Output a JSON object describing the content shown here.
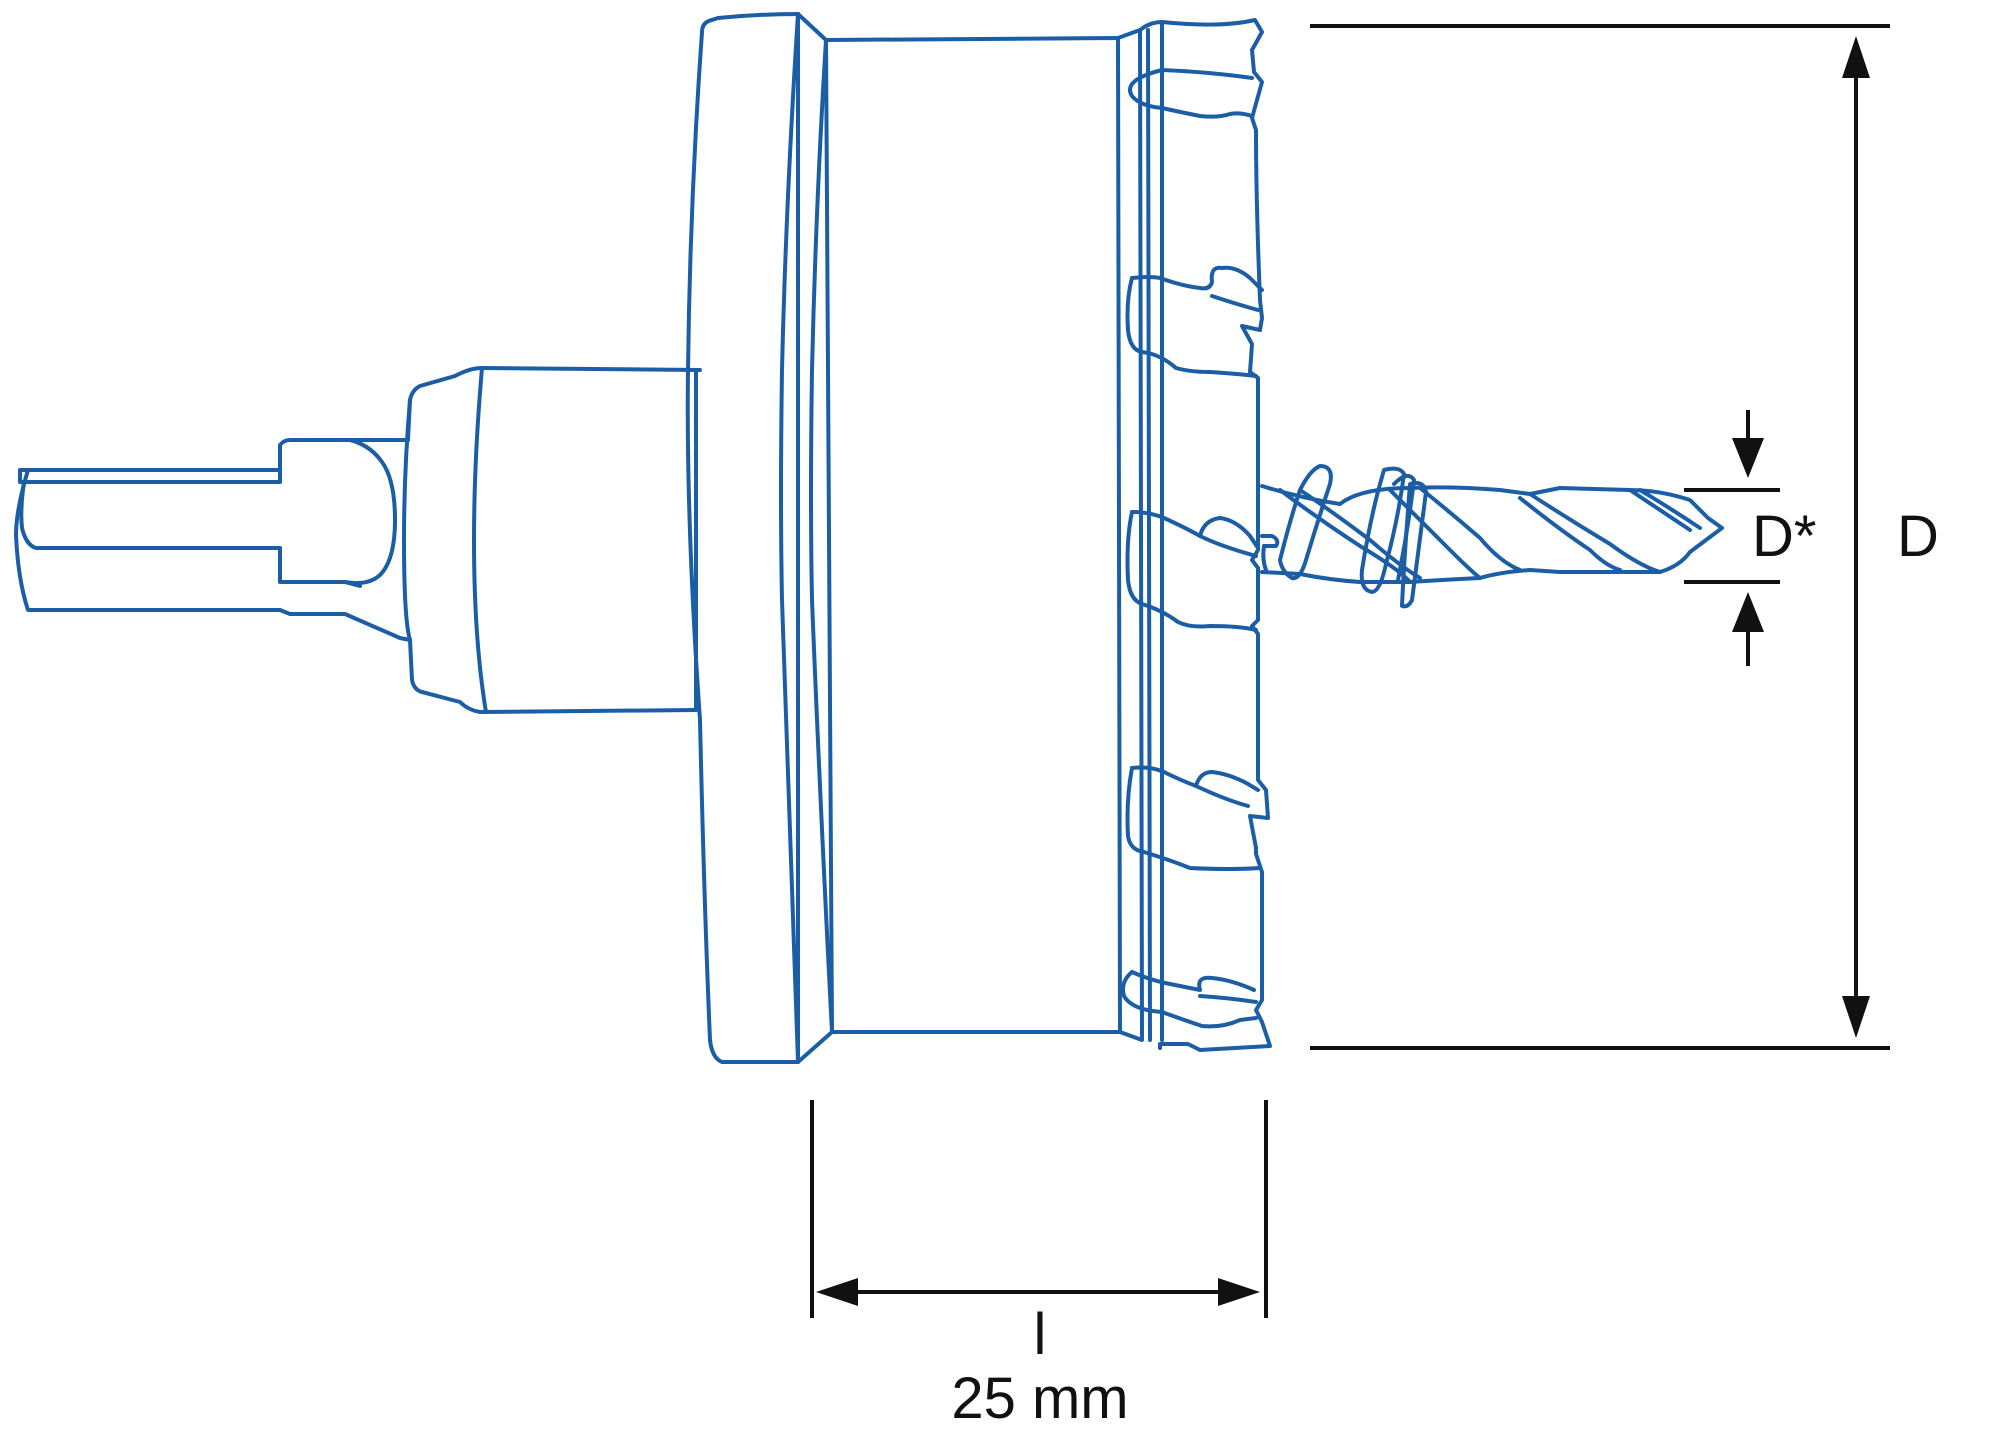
{
  "colors": {
    "tool_outline": "#1b5ea6",
    "dimension": "#111111",
    "background": "#ffffff"
  },
  "labels": {
    "diameter": "D",
    "pilot_diameter": "D*",
    "length_symbol": "l",
    "length_value": "25 mm"
  }
}
